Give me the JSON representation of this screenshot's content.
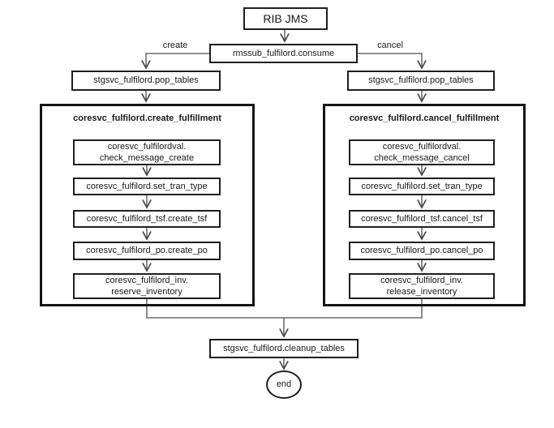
{
  "colors": {
    "box_border": "#1f1f1f",
    "container_border": "#141414",
    "connector": "#4d4d4d",
    "background": "#ffffff",
    "text": "#1a1a1a"
  },
  "flow": {
    "start": {
      "label": "RIB JMS"
    },
    "consume": {
      "label": "rmssub_fulfilord.consume"
    },
    "branches": {
      "create_label": "create",
      "cancel_label": "cancel"
    },
    "left": {
      "pop_tables": "stgsvc_fulfilord.pop_tables",
      "title": "coresvc_fulfilord.create_fulfillment",
      "steps": [
        {
          "lines": [
            "coresvc_fulfilordval.",
            "check_message_create"
          ]
        },
        {
          "lines": [
            "coresvc_fulfilord.set_tran_type"
          ]
        },
        {
          "lines": [
            "coresvc_fulfilord_tsf.create_tsf"
          ]
        },
        {
          "lines": [
            "coresvc_fulfilord_po.create_po"
          ]
        },
        {
          "lines": [
            "coresvc_fulfilord_inv.",
            "reserve_inventory"
          ]
        }
      ]
    },
    "right": {
      "pop_tables": "stgsvc_fulfilord.pop_tables",
      "title": "coresvc_fulfilord.cancel_fulfillment",
      "steps": [
        {
          "lines": [
            "coresvc_fulfilordval.",
            "check_message_cancel"
          ]
        },
        {
          "lines": [
            "coresvc_fulfilord.set_tran_type"
          ]
        },
        {
          "lines": [
            "coresvc_fulfilord_tsf.cancel_tsf"
          ]
        },
        {
          "lines": [
            "coresvc_fulfilord_po.cancel_po"
          ]
        },
        {
          "lines": [
            "coresvc_fulfilord_inv.",
            "release_inventory"
          ]
        }
      ]
    },
    "cleanup": {
      "label": "stgsvc_fulfilord.cleanup_tables"
    },
    "end": {
      "label": "end"
    }
  }
}
